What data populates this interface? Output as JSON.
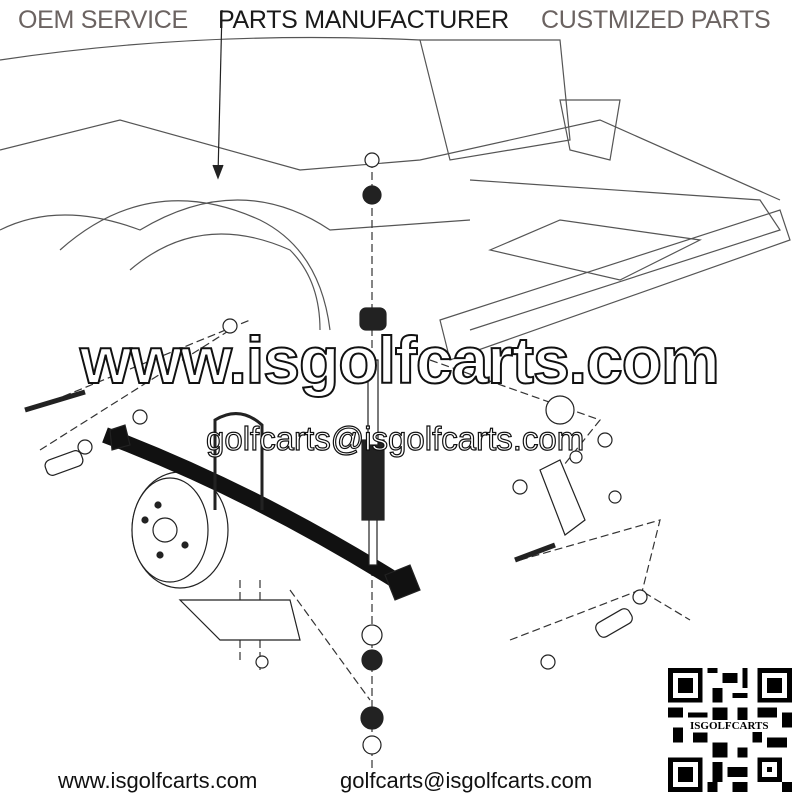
{
  "header": {
    "oem_service": "OEM SERVICE",
    "parts_manufacturer": "PARTS MANUFACTURER",
    "customized_parts": "CUSTMIZED PARTS"
  },
  "watermark": {
    "website": "www.isgolfcarts.com",
    "email": "golfcarts@isgolfcarts.com"
  },
  "footer": {
    "website": "www.isgolfcarts.com",
    "email": "golfcarts@isgolfcarts.com"
  },
  "qr": {
    "label": "ISGOLFCARTS"
  }
}
